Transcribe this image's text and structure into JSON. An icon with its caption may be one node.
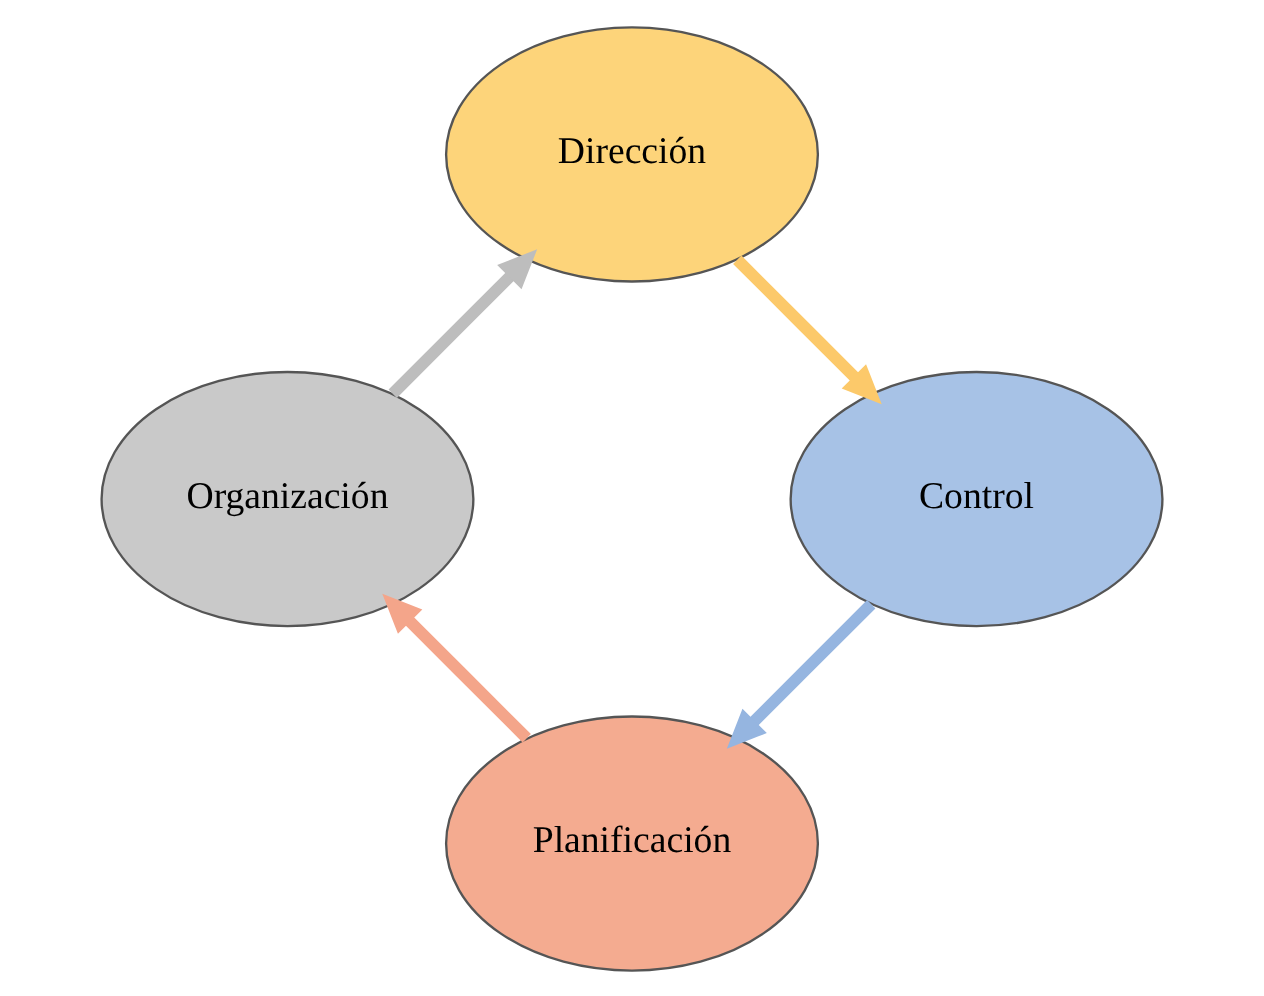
{
  "diagram": {
    "nodes": [
      {
        "text": [
          "Planificación"
        ]
      },
      {
        "text": [
          "Organización"
        ]
      },
      {
        "text": [
          "Dirección"
        ]
      },
      {
        "text": [
          "Control"
        ]
      }
    ],
    "edges": [
      {
        "from": 0,
        "to": 1,
        "arrow": "to",
        "color": "#f4a58a"
      },
      {
        "from": 1,
        "to": 2,
        "arrow": "to",
        "color": "#bdbdbd"
      },
      {
        "from": 2,
        "to": 3,
        "arrow": "to",
        "color": "#fcc96a"
      },
      {
        "from": 3,
        "to": 0,
        "arrow": "to",
        "color": "#95b5e0"
      }
    ]
  }
}
